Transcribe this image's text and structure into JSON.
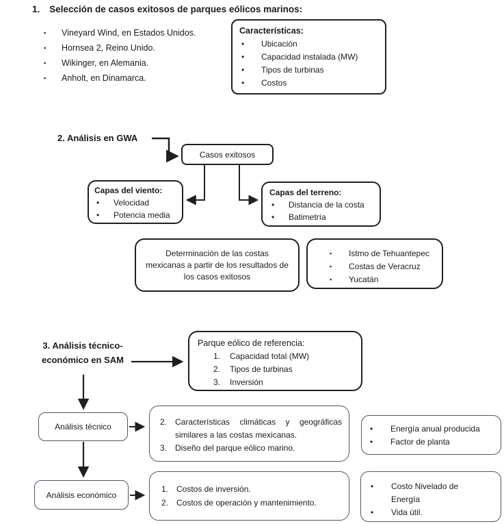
{
  "bullets": {
    "square": "▪",
    "round": "•"
  },
  "colors": {
    "border_dark": "#1f1f1f",
    "border_blue": "#44576b",
    "text": "#1a1a1a",
    "background": "#ffffff"
  },
  "section1": {
    "number": "1.",
    "heading": "Selección de casos exitosos de parques eólicos marinos:",
    "plants": [
      "Vineyard Wind, en Estados Unidos.",
      "Hornsea 2, Reino Unido.",
      "Wikinger, en Alemania.",
      "Anholt, en Dinamarca."
    ],
    "caracteristicas": {
      "title": "Características:",
      "items": [
        "Ubicación",
        "Capacidad instalada (MW)",
        "Tipos de turbinas",
        "Costos"
      ]
    }
  },
  "section2": {
    "label": "2. Análisis en GWA",
    "casos": "Casos exitosos",
    "viento": {
      "title": "Capas del viento:",
      "items": [
        "Velocidad",
        "Potencia media"
      ]
    },
    "terreno": {
      "title": "Capas del terreno:",
      "items": [
        "Distancia de la costa",
        "Batimetría"
      ]
    },
    "determinacion": "Determinación de las costas mexicanas a partir de los resultados de los casos exitosos",
    "costas": [
      "Istmo de Tehuantepec",
      "Costas de Veracruz",
      "Yucatán"
    ]
  },
  "section3": {
    "label_line1": "3. Análisis técnico-",
    "label_line2": "económico en SAM",
    "parque": {
      "title": "Parque eólico de referencia:",
      "numbers": [
        "1.",
        "2.",
        "3."
      ],
      "items": [
        "Capacidad total (MW)",
        "Tipos de turbinas",
        "Inversión"
      ]
    },
    "tecnico_label": "Análisis técnico",
    "tecnico": {
      "numbers": [
        "2.",
        "3."
      ],
      "items": [
        "Características climáticas y geográficas similares a las costas mexicanas.",
        "Diseño del parque eólico marino."
      ]
    },
    "tecnico_out": [
      "Energía anual producida",
      "Factor de planta"
    ],
    "economico_label": "Análisis económico",
    "economico": {
      "numbers": [
        "1.",
        "2."
      ],
      "items": [
        "Costos de inversión.",
        "Costos de operación y mantenimiento."
      ]
    },
    "economico_out": [
      "Costo Nivelado de Energía",
      "Vida útil."
    ]
  }
}
